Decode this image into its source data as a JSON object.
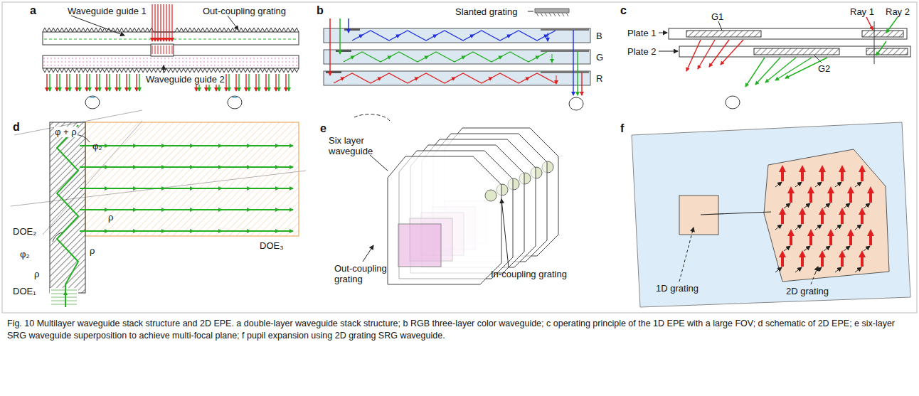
{
  "diagram": {
    "caption": "Fig. 10 Multilayer waveguide stack structure and 2D EPE. a double-layer waveguide stack structure; b RGB three-layer color waveguide; c operating principle of the 1D EPE with a large FOV; d schematic of 2D EPE; e six-layer SRG waveguide superposition to achieve multi-focal plane; f pupil expansion using 2D grating SRG waveguide.",
    "labels": [
      "a",
      "Waveguide guide 1",
      "Out-coupling grating",
      "Waveguide guide 2",
      "b",
      "Slanted grating",
      "B",
      "G",
      "R",
      "c",
      "Plate 1",
      "Plate 2",
      "G1",
      "G2",
      "Ray 1",
      "Ray 2",
      "d",
      "φ + ρ",
      "φ₂",
      "ρ",
      "DOE₂",
      "φ₂",
      "ρ",
      "ρ",
      "DOE₁",
      "DOE₃",
      "e",
      "Six layer waveguide",
      "In-coupling grating",
      "Out-coupling grating",
      "f",
      "1D grating",
      "2D grating"
    ]
  }
}
